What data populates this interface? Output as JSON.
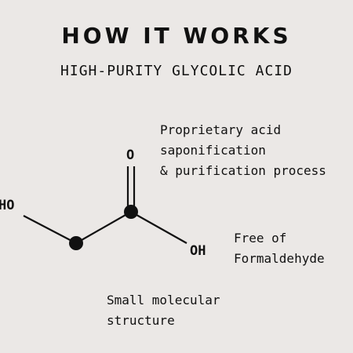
{
  "header": {
    "title": "HOW IT WORKS",
    "subtitle": "HIGH-PURITY GLYCOLIC ACID"
  },
  "molecule": {
    "labels": {
      "hydroxyl_left": "HO",
      "carbonyl_oxygen": "O",
      "hydroxyl_right": "OH"
    }
  },
  "annotations": {
    "process": {
      "line1": "Proprietary acid",
      "line2": "saponification",
      "line3": "& purification process"
    },
    "formaldehyde": {
      "line1": "Free of",
      "line2": "Formaldehyde"
    },
    "molecular": {
      "line1": "Small molecular",
      "line2": "structure"
    }
  },
  "colors": {
    "background": "#ebe8e6",
    "ink": "#111111"
  }
}
